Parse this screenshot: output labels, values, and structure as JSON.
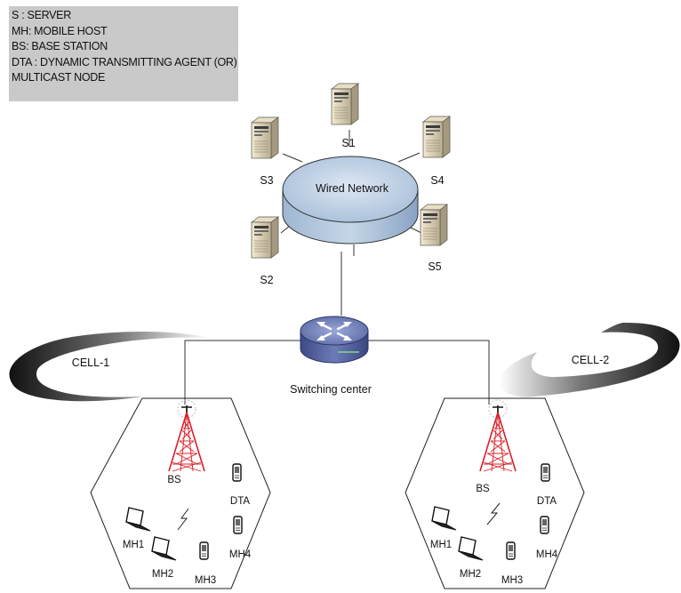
{
  "legend": {
    "lines": [
      "S : SERVER",
      "MH: MOBILE HOST",
      "BS: BASE STATION",
      "DTA : DYNAMIC TRANSMITTING AGENT (OR)",
      "MULTICAST NODE"
    ]
  },
  "network": {
    "label": "Wired Network",
    "servers": [
      "S1",
      "S2",
      "S3",
      "S4",
      "S5"
    ]
  },
  "switch": {
    "label": "Switching center"
  },
  "cells": [
    {
      "name": "CELL-1",
      "bs": "BS",
      "dta": "DTA",
      "hosts": [
        "MH1",
        "MH2",
        "MH3",
        "MH4"
      ]
    },
    {
      "name": "CELL-2",
      "bs": "BS",
      "dta": "DTA",
      "hosts": [
        "MH1",
        "MH2",
        "MH3",
        "MH4"
      ]
    }
  ],
  "colors": {
    "legend_bg": "#c9c9c9",
    "network_fill": "#b8cbe0",
    "router_fill": "#6b78b0",
    "tower": "#d8202a"
  }
}
